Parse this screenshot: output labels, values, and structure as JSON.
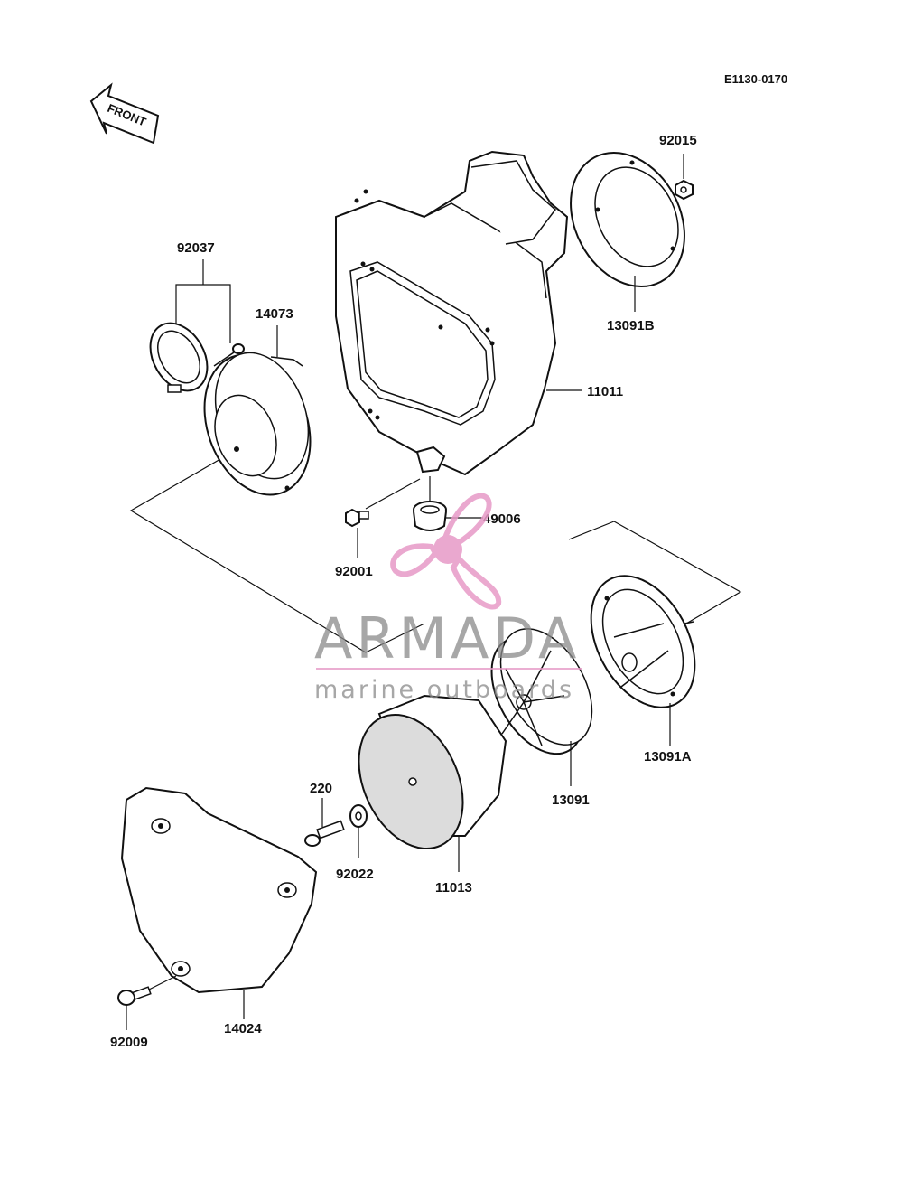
{
  "diagram_code": "E1130-0170",
  "front_label": "FRONT",
  "parts": {
    "p92015": "92015",
    "p92037": "92037",
    "p14073": "14073",
    "p13091B": "13091B",
    "p11011": "11011",
    "p49006": "49006",
    "p92001": "92001",
    "p13091A": "13091A",
    "p13091": "13091",
    "p220": "220",
    "p92022": "92022",
    "p11013": "11013",
    "p14024": "14024",
    "p92009": "92009"
  },
  "watermark": {
    "brand": "ARMADA",
    "tagline": "marine outboards",
    "color": "#e79ac7"
  }
}
